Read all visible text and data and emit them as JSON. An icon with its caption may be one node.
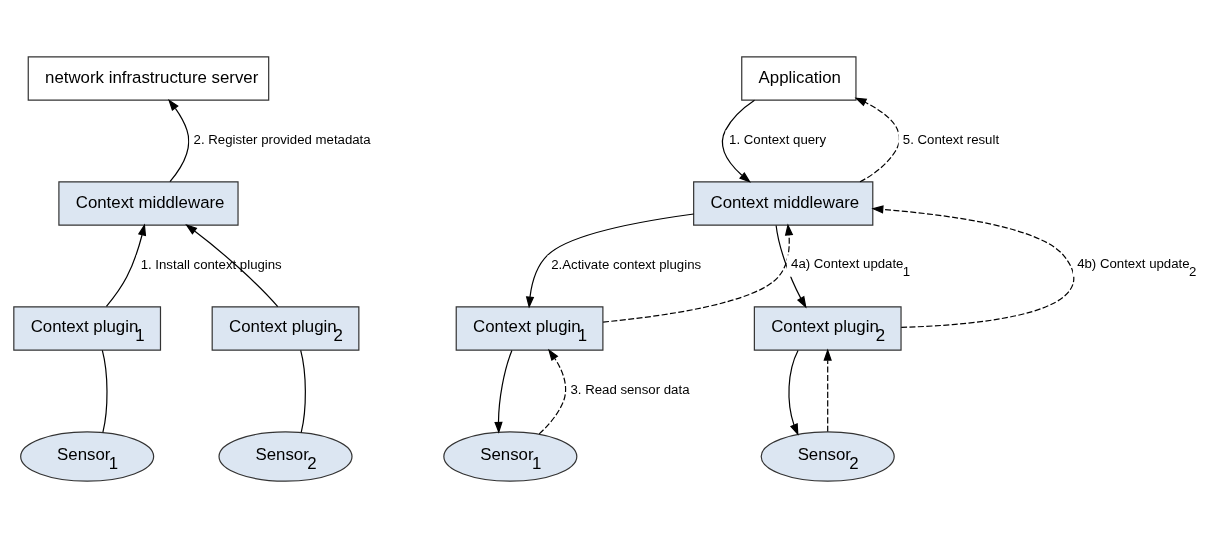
{
  "diagram": {
    "nodes": [
      {
        "text": [
          "Context middleware"
        ]
      },
      {
        "text": [
          "network infrastructure server"
        ]
      },
      {
        "text": [
          "Context plugin$_{1}$"
        ]
      },
      {
        "text": [
          "Context plugin$_{2}$"
        ]
      },
      {
        "text": [
          "Sensor$_{1}$"
        ]
      },
      {
        "text": [
          "Sensor$_{2}$"
        ]
      },
      {
        "text": [
          "Application"
        ]
      },
      {
        "text": [
          "Context middleware"
        ]
      },
      {
        "text": [
          "Context plugin$_{1}$"
        ]
      },
      {
        "text": [
          "Context plugin$_{2}$"
        ]
      },
      {
        "text": [
          "Sensor$_{1}$"
        ]
      },
      {
        "text": [
          "Sensor$_{2}$"
        ]
      }
    ],
    "edges": [
      {
        "from": 0,
        "to": 1,
        "arrow": "to",
        "label": "2. Register provided metadata"
      },
      {
        "from": 2,
        "to": 0,
        "arrow": "to",
        "label": "1. Install context plugins"
      },
      {
        "from": 3,
        "to": 0,
        "arrow": "to"
      },
      {
        "from": 4,
        "to": 2,
        "arrow": "none"
      },
      {
        "from": 5,
        "to": 3,
        "arrow": "none"
      },
      {
        "from": 6,
        "to": 7,
        "arrow": "to",
        "label": "1. Context query"
      },
      {
        "from": 7,
        "to": 6,
        "arrow": "to",
        "style": "dashed",
        "label": "5. Context result"
      },
      {
        "from": 7,
        "to": 8,
        "arrow": "to",
        "label": "2.Activate context plugins"
      },
      {
        "from": 7,
        "to": 9,
        "arrow": "to"
      },
      {
        "from": 8,
        "to": 7,
        "arrow": "to",
        "style": "dashed",
        "label": "4a) Context update$_{1}$"
      },
      {
        "from": 9,
        "to": 7,
        "arrow": "to",
        "style": "dashed",
        "label": "4b) Context update$_{2}$"
      },
      {
        "from": 8,
        "to": 10,
        "arrow": "to"
      },
      {
        "from": 10,
        "to": 8,
        "arrow": "to",
        "style": "dashed",
        "label": "3. Read sensor data"
      },
      {
        "from": 9,
        "to": 11,
        "arrow": "to"
      },
      {
        "from": 11,
        "to": 9,
        "arrow": "to",
        "style": "dashed"
      }
    ]
  }
}
